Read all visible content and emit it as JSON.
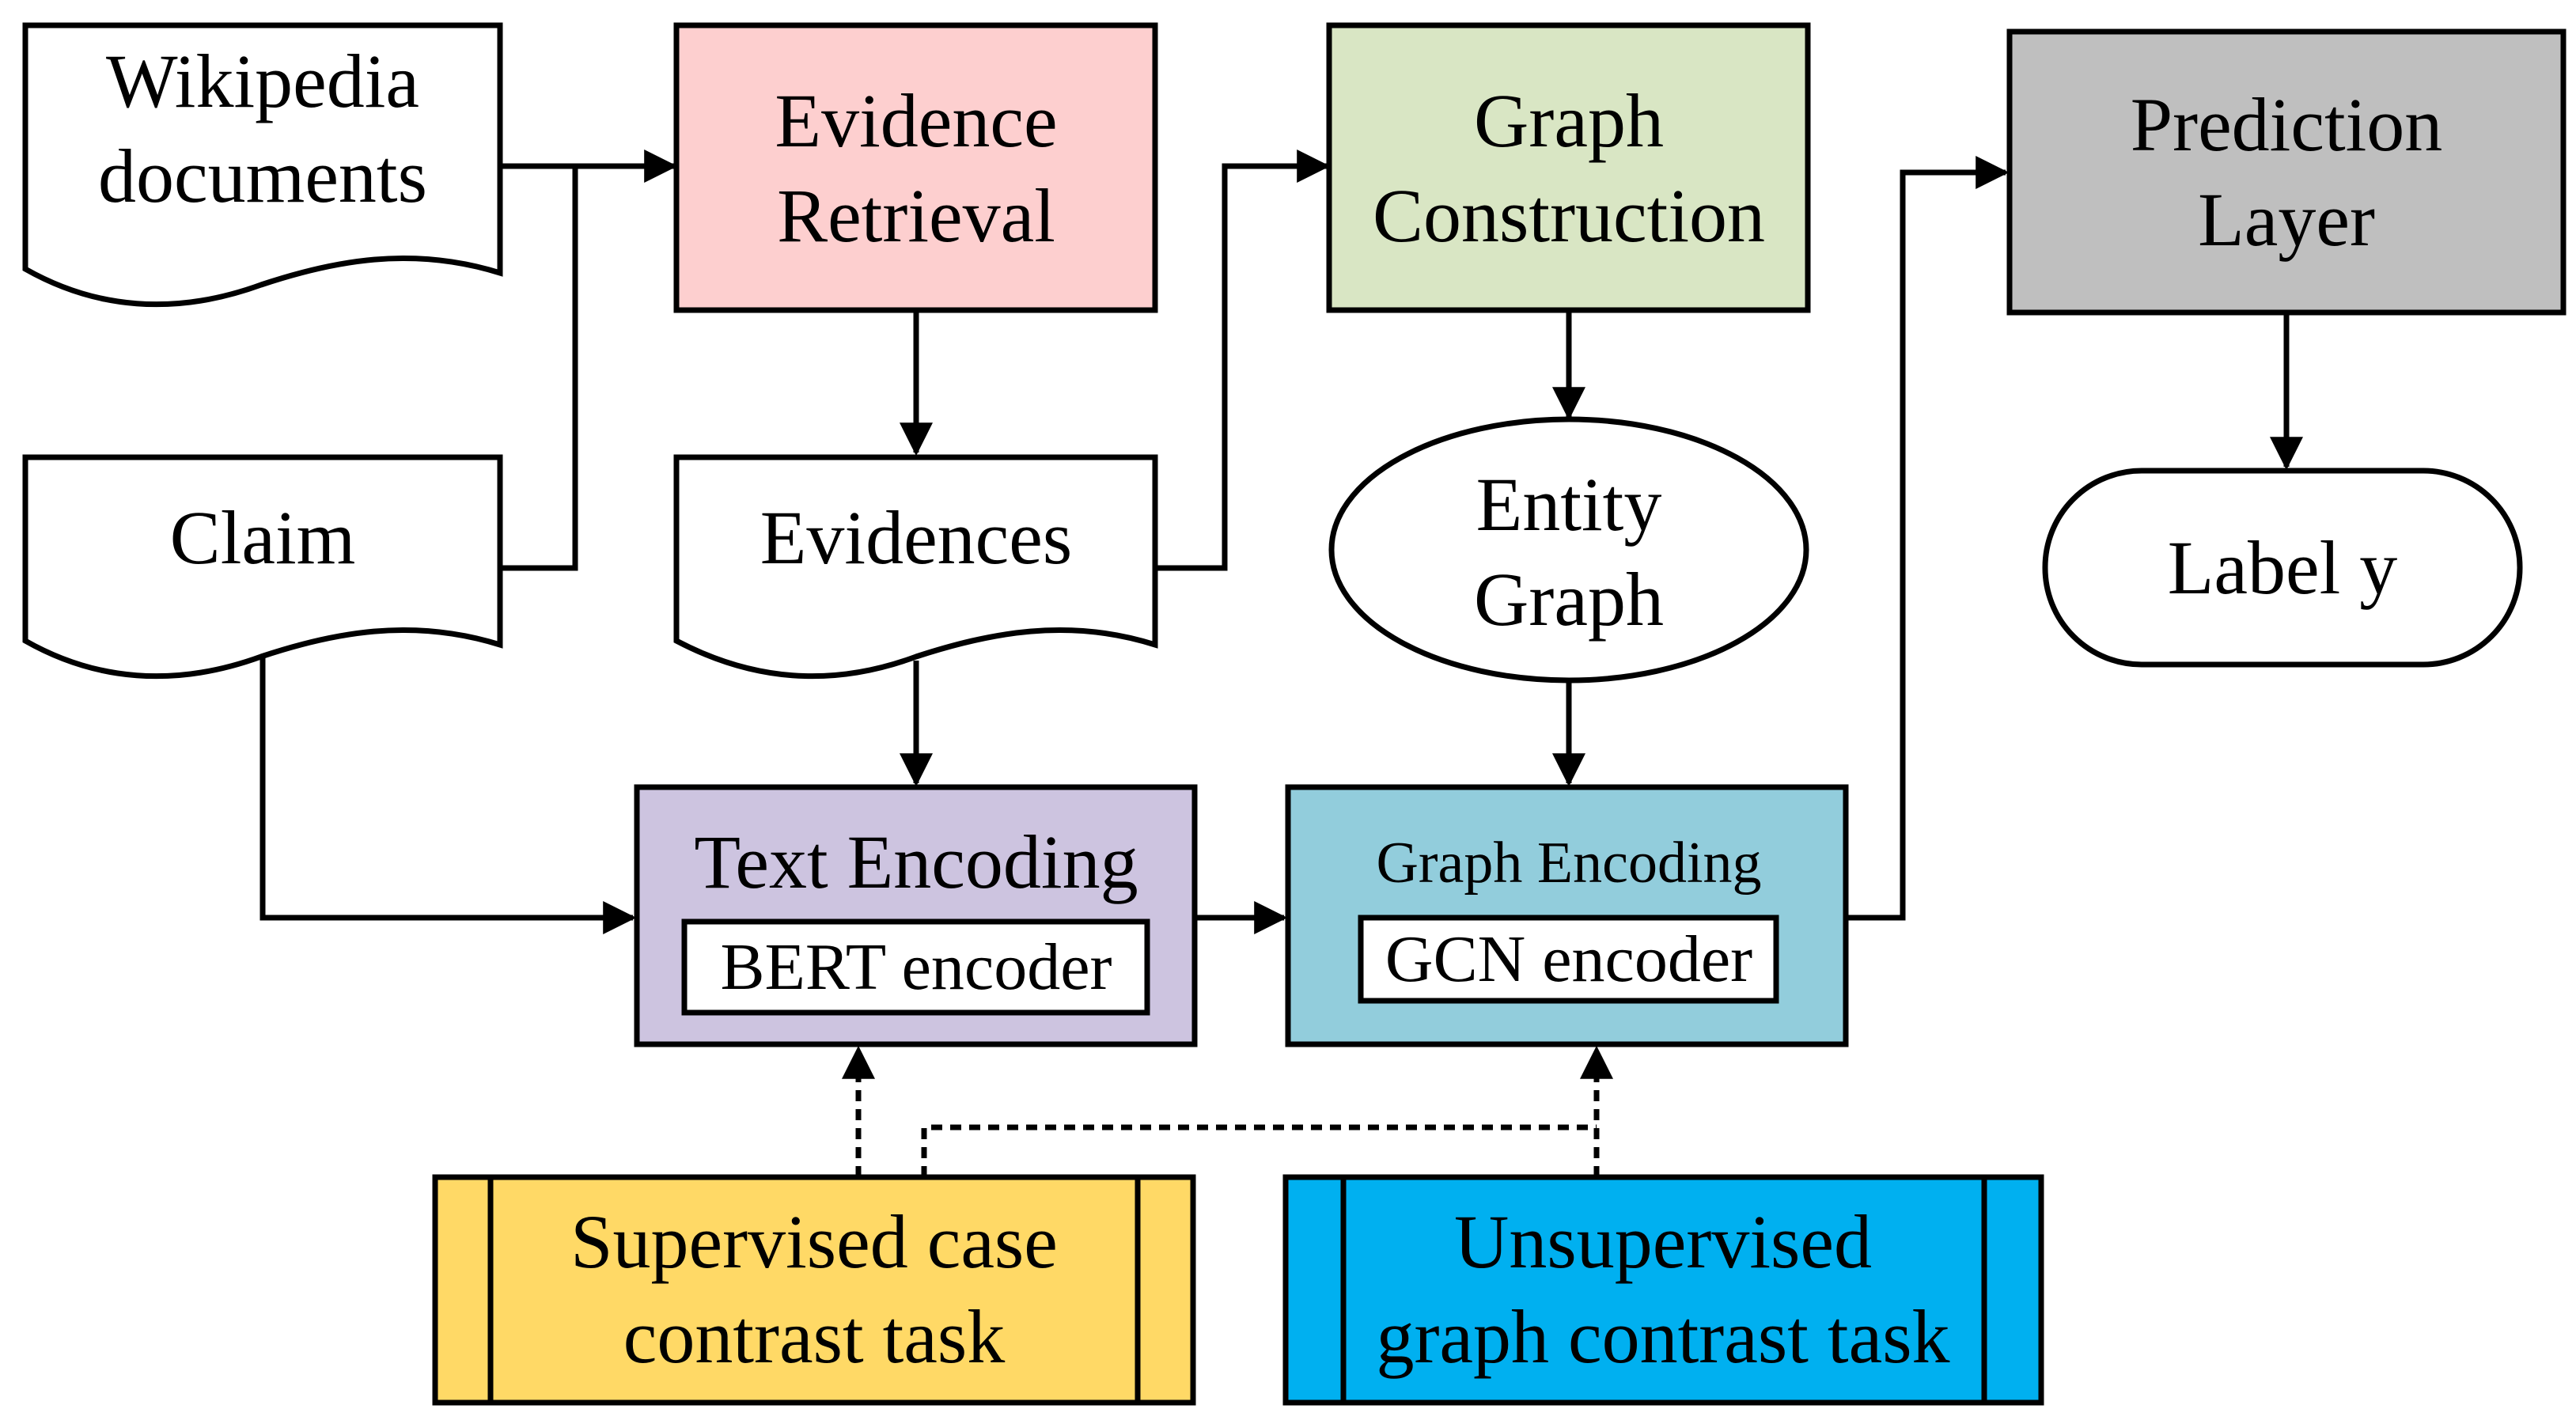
{
  "nodes": {
    "wikipedia": {
      "line1": "Wikipedia",
      "line2": "documents"
    },
    "claim": {
      "label": "Claim"
    },
    "evidence_retrieval": {
      "line1": "Evidence",
      "line2": "Retrieval",
      "color": "#fdcfcf"
    },
    "evidences": {
      "label": "Evidences"
    },
    "graph_construction": {
      "line1": "Graph",
      "line2": "Construction",
      "color": "#d9e6c4"
    },
    "entity_graph": {
      "line1": "Entity",
      "line2": "Graph"
    },
    "prediction_layer": {
      "line1": "Prediction",
      "line2": "Layer",
      "color": "#bfbfbf"
    },
    "label_y": {
      "label": "Label y"
    },
    "text_encoding": {
      "title": "Text Encoding",
      "inner": "BERT encoder",
      "color": "#cdc4e0"
    },
    "graph_encoding": {
      "title": "Graph Encoding",
      "inner": "GCN encoder",
      "color": "#92cddc"
    },
    "supervised_task": {
      "line1": "Supervised case",
      "line2": "contrast task",
      "color": "#ffd966"
    },
    "unsupervised_task": {
      "line1": "Unsupervised",
      "line2": "graph contrast task",
      "color": "#00b0f0"
    }
  }
}
